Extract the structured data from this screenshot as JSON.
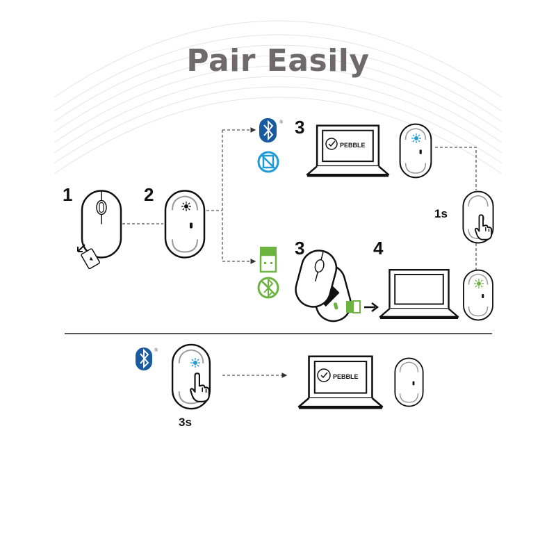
{
  "title": "Pair Easily",
  "steps": {
    "step1": "1",
    "step2": "2",
    "step3_bluetooth": "3",
    "step3_receiver": "3",
    "step4": "4",
    "hold_1s": "1s",
    "hold_3s": "3s"
  },
  "screens": {
    "top_label": "PEBBLE",
    "bottom_label": "PEBBLE"
  },
  "registered_mark": "®",
  "colors": {
    "bluetooth_blue": "#1a5aa0",
    "light_blue": "#1e9ad6",
    "receiver_green": "#6cb33f",
    "title_gray": "#6e6a6b"
  }
}
